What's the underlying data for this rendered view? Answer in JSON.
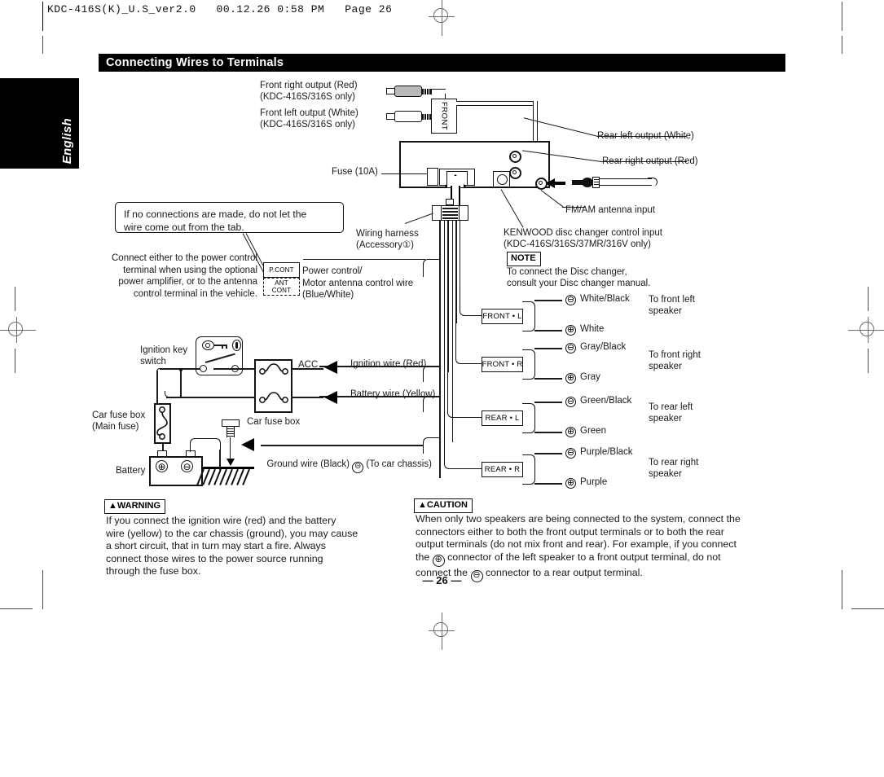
{
  "print_header": "KDC-416S(K)_U.S_ver2.0   00.12.26 0:58 PM   Page 26",
  "language_tab": "English",
  "section_title": "Connecting Wires to Terminals",
  "page_number": "— 26 —",
  "labels": {
    "front_right_output": "Front right output (Red)\n(KDC-416S/316S only)",
    "front_left_output": "Front left output (White)\n(KDC-416S/316S only)",
    "front_box": "FRONT",
    "rear_left_output": "Rear left output (White)",
    "rear_right_output": "Rear right output (Red)",
    "fm_am_antenna": "FM/AM antenna input",
    "fuse": "Fuse (10A)",
    "wiring_harness": "Wiring harness\n(Accessory①)",
    "disc_changer": "KENWOOD disc changer control input\n(KDC-416S/316S/37MR/316V only)",
    "callout_tab": "If no connections are made, do not let the\nwire come out from the tab.",
    "power_control_note": "Connect either to the power control\nterminal when using the optional\npower amplifier, or to the antenna\ncontrol terminal in the vehicle.",
    "p_cont": "P.CONT",
    "ant_cont": "ANT\nCONT",
    "power_control_wire": "Power control/\nMotor antenna control wire\n(Blue/White)",
    "ignition_key_switch": "Ignition key\nswitch",
    "acc": "ACC",
    "ignition_wire": "Ignition wire (Red)",
    "battery_wire": "Battery wire (Yellow)",
    "car_fuse_box": "Car fuse box",
    "car_fuse_box_main": "Car fuse box\n(Main fuse)",
    "battery": "Battery",
    "ground_wire_pre": "Ground wire (Black) ",
    "ground_wire_post": " (To car chassis)"
  },
  "note": {
    "tag": "NOTE",
    "text": "To connect the Disc changer,\nconsult your Disc changer manual."
  },
  "warning": {
    "tag": "▲WARNING",
    "text": "If you connect the ignition wire (red) and the battery\nwire (yellow) to the car chassis (ground), you may cause\na short circuit, that in turn may start a fire. Always\nconnect those wires to the power source running\nthrough the fuse box."
  },
  "caution": {
    "tag": "▲CAUTION",
    "text_1": "When only two speakers are being connected to the system, connect the\nconnectors either to both the front output terminals or to both the rear\noutput terminals (do not mix front and rear). For example, if you connect\nthe ",
    "text_2": " connector of the left speaker to a front output terminal, do not\nconnect the ",
    "text_3": " connector to a rear output terminal."
  },
  "symbols": {
    "plus": "⊕",
    "minus": "⊖"
  },
  "speaker_rows": [
    {
      "connector": "FRONT • L",
      "minus_wire": "White/Black",
      "plus_wire": "White",
      "destination": "To front left\nspeaker"
    },
    {
      "connector": "FRONT • R",
      "minus_wire": "Gray/Black",
      "plus_wire": "Gray",
      "destination": "To front right\nspeaker"
    },
    {
      "connector": "REAR • L",
      "minus_wire": "Green/Black",
      "plus_wire": "Green",
      "destination": "To rear left\nspeaker"
    },
    {
      "connector": "REAR • R",
      "minus_wire": "Purple/Black",
      "plus_wire": "Purple",
      "destination": "To rear right\nspeaker"
    }
  ],
  "colors": {
    "ink": "#1a1a1a",
    "bar": "#000000",
    "red_connector_fill": "#b8b8b8"
  }
}
